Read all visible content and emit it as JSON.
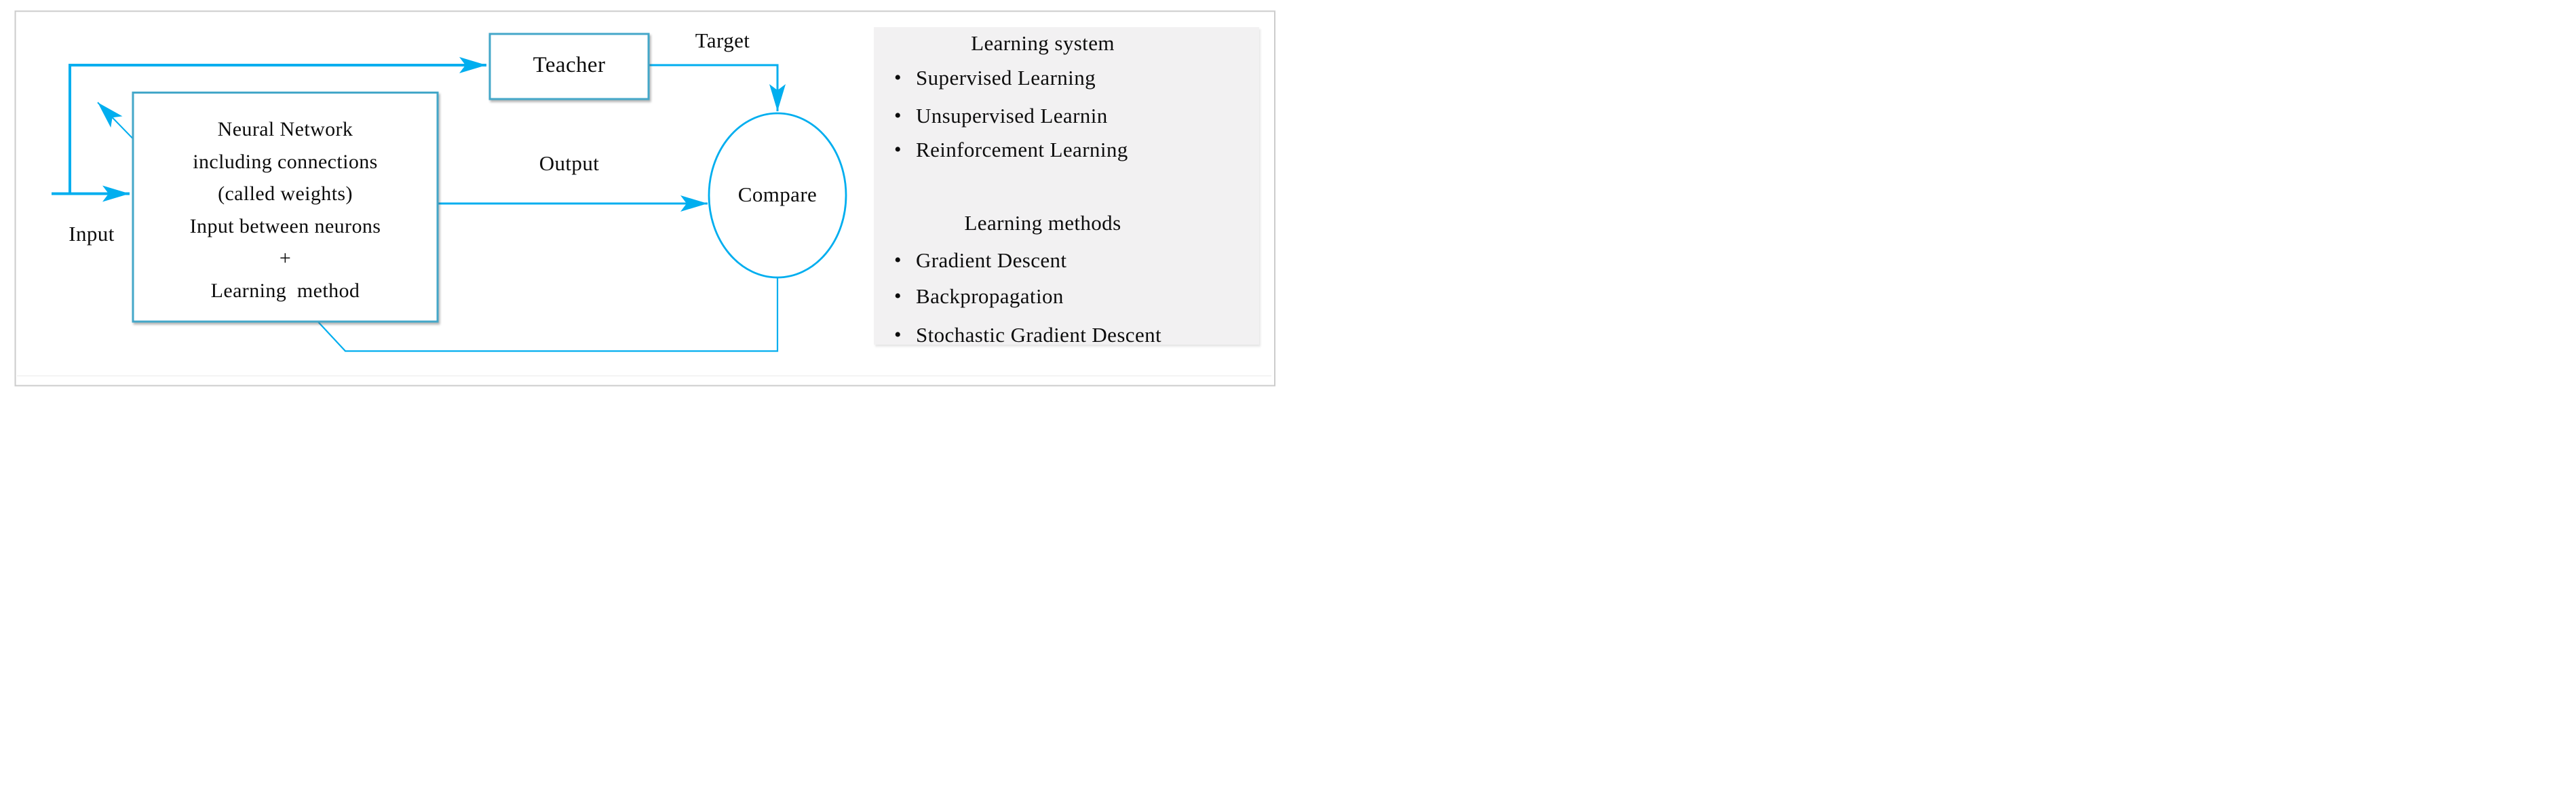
{
  "diagram": {
    "labels": {
      "input": "Input",
      "output": "Output",
      "target": "Target"
    },
    "nodes": {
      "teacher": "Teacher",
      "compare": "Compare",
      "neural_network": {
        "lines": [
          "Neural Network",
          "including connections",
          "(called weights)",
          "Input between neurons",
          "+",
          "Learning  method"
        ]
      }
    },
    "colors": {
      "arrow": "#00aeef",
      "box_border": "#44a7c9",
      "panel_bg": "#f2f1f2",
      "frame_border": "#cccccc",
      "text": "#0d0d0d"
    }
  },
  "panel": {
    "sections": [
      {
        "title": "Learning system",
        "items": [
          "Supervised Learning",
          "Unsupervised Learnin",
          "Reinforcement Learning"
        ]
      },
      {
        "title": "Learning methods",
        "items": [
          "Gradient Descent",
          "Backpropagation",
          "Stochastic Gradient Descent"
        ]
      }
    ]
  }
}
